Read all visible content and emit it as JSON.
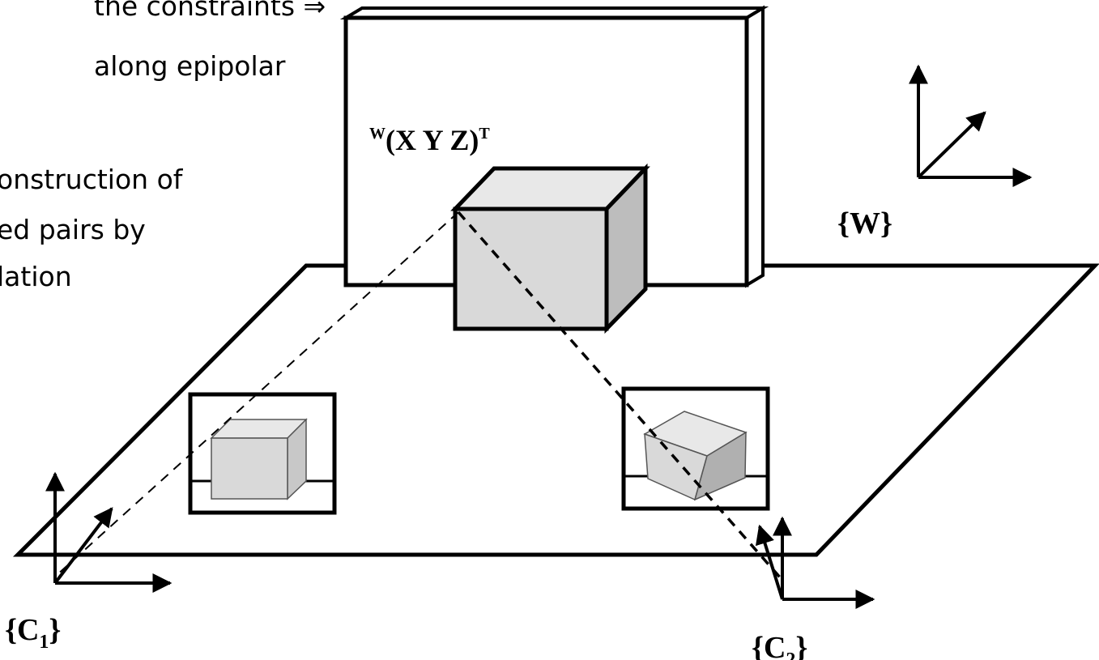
{
  "slide_text": {
    "line1": "the constraints ⇒",
    "line2": "along epipolar",
    "line3": "onstruction of",
    "line4": "ed pairs by",
    "line5": "lation"
  },
  "diagram": {
    "world_point_label_prefix": "W",
    "world_point_label_main": "(X Y Z)",
    "world_point_label_suffix": "T",
    "world_frame_label": "{W}",
    "camera1_label_open": "{C",
    "camera1_label_sub": "1",
    "camera1_label_close": "}",
    "camera2_label_open": "{C",
    "camera2_label_sub": "2",
    "camera2_label_close": "}"
  },
  "colors": {
    "line": "#000000",
    "cube_front": "#d9d9d9",
    "cube_top": "#e6e6e6",
    "cube_side": "#bfbfbf",
    "background": "#ffffff"
  }
}
